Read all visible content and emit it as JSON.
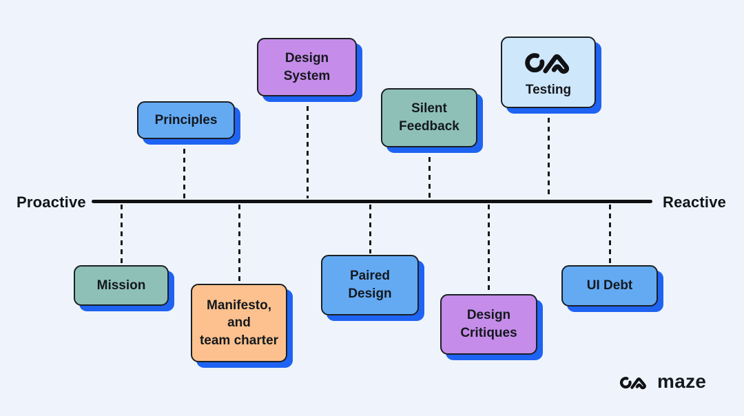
{
  "title": "Proactive vs Reactive design practices spectrum",
  "colors": {
    "background": "#eff4fc",
    "card_border": "#1b1f24",
    "card_shadow": "#1e63f2",
    "timeline": "#0e1013",
    "text": "#14181d",
    "blue": "#64aaf3",
    "purple": "#c58ce9",
    "teal": "#8ec0b8",
    "light_blue": "#cfe7fb",
    "orange": "#fcc18e"
  },
  "spectrum": {
    "left_label": "Proactive",
    "right_label": "Reactive"
  },
  "cards": [
    {
      "id": "principles",
      "label": "Principles",
      "fill": "#64aaf3",
      "side": "above"
    },
    {
      "id": "design-system",
      "label": "Design\nSystem",
      "fill": "#c58ce9",
      "side": "above"
    },
    {
      "id": "silent-feedback",
      "label": "Silent\nFeedback",
      "fill": "#8ec0b8",
      "side": "above"
    },
    {
      "id": "testing",
      "label": "Testing",
      "fill": "#cfe7fb",
      "side": "above",
      "icon": "maze-logo-icon"
    },
    {
      "id": "mission",
      "label": "Mission",
      "fill": "#8ec0b8",
      "side": "below"
    },
    {
      "id": "manifesto",
      "label": "Manifesto,\nand\nteam charter",
      "fill": "#fcc18e",
      "side": "below"
    },
    {
      "id": "paired-design",
      "label": "Paired\nDesign",
      "fill": "#64aaf3",
      "side": "below"
    },
    {
      "id": "design-critiques",
      "label": "Design\nCritiques",
      "fill": "#c58ce9",
      "side": "below"
    },
    {
      "id": "ui-debt",
      "label": "UI Debt",
      "fill": "#64aaf3",
      "side": "below"
    }
  ],
  "footer": {
    "wordmark": "maze",
    "icon": "maze-logo-icon"
  }
}
